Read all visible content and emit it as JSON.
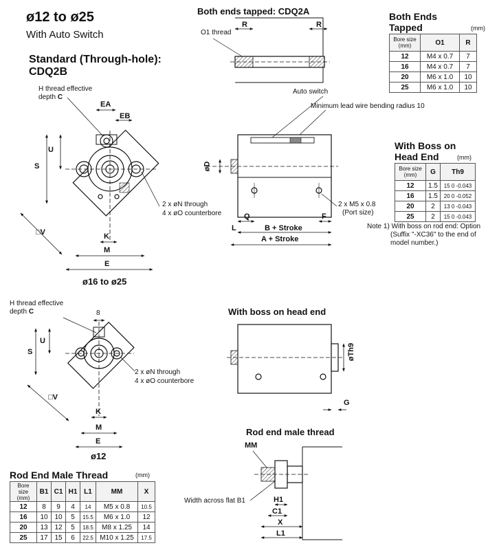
{
  "header": {
    "title": "ø12 to ø25",
    "subtitle": "With Auto Switch"
  },
  "standard": {
    "title_line1": "Standard (Through-hole):",
    "title_line2": "CDQ2B",
    "h_thread_label": "H thread effective",
    "depth_label": "depth",
    "depth_letter": "C",
    "caption": "ø16 to ø25",
    "hole_note_1": "2 x øN through",
    "hole_note_2": "4 x øO counterbore",
    "dims": {
      "EA": "EA",
      "EB": "EB",
      "U": "U",
      "S": "S",
      "V": "□V",
      "K": "K",
      "M": "M",
      "E": "E"
    }
  },
  "small": {
    "h_thread_label": "H thread effective",
    "depth_label": "depth",
    "depth_letter": "C",
    "dim_8": "8",
    "caption": "ø12",
    "hole_note_1": "2 x øN through",
    "hole_note_2": "4 x øO counterbore",
    "dims": {
      "U": "U",
      "S": "S",
      "V": "□V",
      "K": "K",
      "M": "M",
      "E": "E"
    }
  },
  "tapped_view": {
    "title": "Both ends tapped: CDQ2A",
    "thread_label": "O1 thread",
    "dim_r_left": "R",
    "dim_r_right": "R"
  },
  "side_view": {
    "auto_switch": "Auto switch",
    "lead_wire": "Minimum lead wire bending radius 10",
    "port_note_1": "2 x M5 x 0.8",
    "port_note_2": "(Port size)",
    "dims": {
      "D": "øD",
      "Q": "Q",
      "L": "L",
      "F": "F",
      "B": "B + Stroke",
      "A": "A + Stroke"
    }
  },
  "boss_view": {
    "title": "With boss on head end",
    "dim_th9": "øTh9",
    "dim_g": "G"
  },
  "rod_view": {
    "title": "Rod end male thread",
    "mm_label": "MM",
    "flat_label": "Width across flat B1",
    "dims": {
      "H1": "H1",
      "C1": "C1",
      "X": "X",
      "L1": "L1"
    }
  },
  "table_tapped": {
    "title_line1": "Both Ends",
    "title_line2": "Tapped",
    "unit": "(mm)",
    "headers": [
      "Bore size (mm)",
      "O1",
      "R"
    ],
    "rows": [
      [
        "12",
        "M4 x 0.7",
        "7"
      ],
      [
        "16",
        "M4 x 0.7",
        "7"
      ],
      [
        "20",
        "M6 x 1.0",
        "10"
      ],
      [
        "25",
        "M6 x 1.0",
        "10"
      ]
    ]
  },
  "table_boss": {
    "title_line1": "With Boss on",
    "title_line2": "Head End",
    "unit": "(mm)",
    "headers": [
      "Bore size (mm)",
      "G",
      "Th9"
    ],
    "rows": [
      [
        "12",
        "1.5",
        "15 0 -0.043"
      ],
      [
        "16",
        "1.5",
        "20 0 -0.052"
      ],
      [
        "20",
        "2",
        "13 0 -0.043"
      ],
      [
        "25",
        "2",
        "15 0 -0.043"
      ]
    ],
    "note_1": "Note 1) With boss on rod end: Option",
    "note_2": "(Suffix \"-XC36\" to the end of",
    "note_3": "model number.)"
  },
  "table_rod": {
    "title": "Rod End Male Thread",
    "unit": "(mm)",
    "headers": [
      "Bore size (mm)",
      "B1",
      "C1",
      "H1",
      "L1",
      "MM",
      "X"
    ],
    "rows": [
      [
        "12",
        "8",
        "9",
        "4",
        "14",
        "M5 x 0.8",
        "10.5"
      ],
      [
        "16",
        "10",
        "10",
        "5",
        "15.5",
        "M6 x 1.0",
        "12"
      ],
      [
        "20",
        "13",
        "12",
        "5",
        "18.5",
        "M8 x 1.25",
        "14"
      ],
      [
        "25",
        "17",
        "15",
        "6",
        "22.5",
        "M10 x 1.25",
        "17.5"
      ]
    ]
  }
}
